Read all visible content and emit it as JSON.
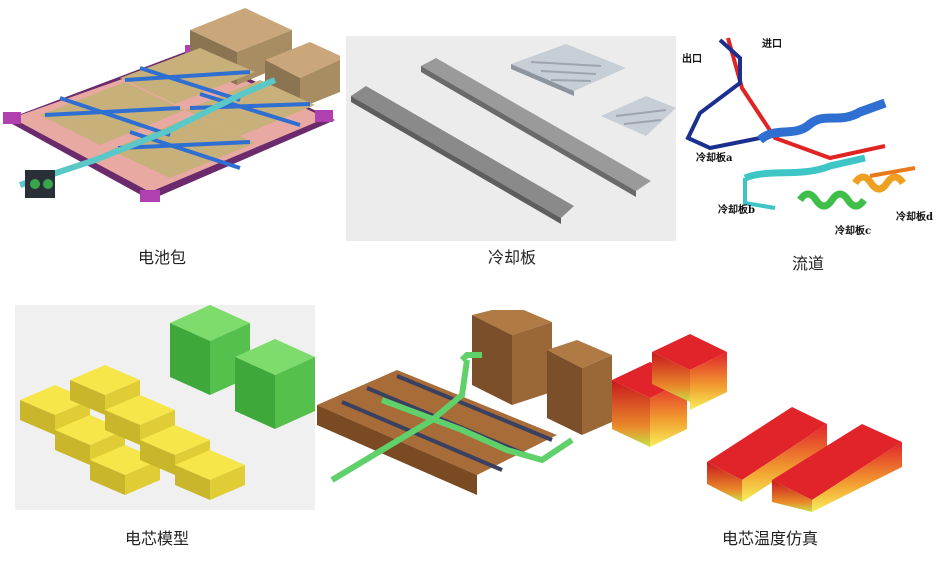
{
  "captions": {
    "battery_pack": "电池包",
    "cold_plate": "冷却板",
    "flow_channel": "流道",
    "cell_model": "电芯模型",
    "cell_temp_sim": "电芯温度仿真"
  },
  "flow_labels": {
    "outlet": "出口",
    "inlet": "进口",
    "plate_a": "冷却板a",
    "plate_b": "冷却板b",
    "plate_c": "冷却板c",
    "plate_d": "冷却板d"
  }
}
